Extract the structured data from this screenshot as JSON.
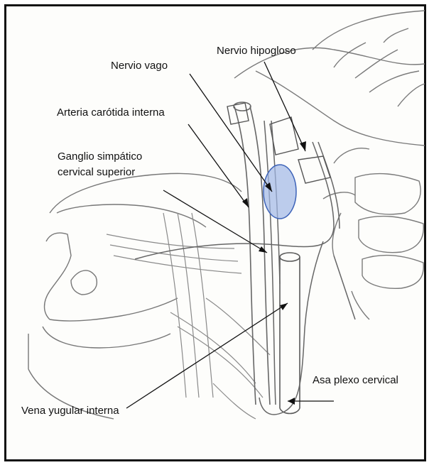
{
  "labels": {
    "hypoglossal": "Nervio hipogloso",
    "vagus": "Nervio vago",
    "carotid": "Arteria carótida interna",
    "ganglion_line1": "Ganglio simpático",
    "ganglion_line2": "cervical superior",
    "cervical_loop": "Asa plexo cervical",
    "jugular": "Vena yugular interna"
  },
  "colors": {
    "ink": "#111111",
    "sketch": "#6b6b6b",
    "shade": "#b9b9b9",
    "highlight_fill": "#9fb6e6",
    "highlight_stroke": "#3d63b8"
  }
}
